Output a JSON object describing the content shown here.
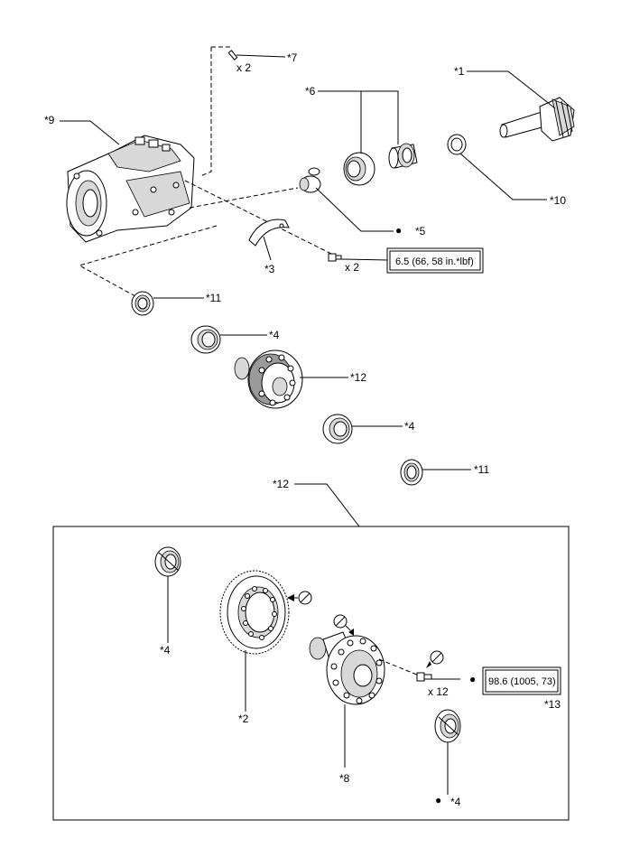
{
  "labels": {
    "p1": "*1",
    "p2": "*2",
    "p3": "*3",
    "p4a": "*4",
    "p4b": "*4",
    "p4c": "*4",
    "p4d": "*4",
    "p5": "*5",
    "p6": "*6",
    "p7": "*7",
    "p8": "*8",
    "p9": "*9",
    "p10": "*10",
    "p11a": "*11",
    "p11b": "*11",
    "p12a": "*12",
    "p12b": "*12",
    "p13": "*13"
  },
  "quantities": {
    "q7": "x 2",
    "q_bolt": "x 2",
    "q_ring_bolt": "x 12"
  },
  "torque": {
    "bolt_cover": "6.5 (66, 58 in.*lbf)",
    "ring_gear_bolt": "98.6 (1005, 73)"
  },
  "symbols": {
    "non_reusable": "●"
  }
}
